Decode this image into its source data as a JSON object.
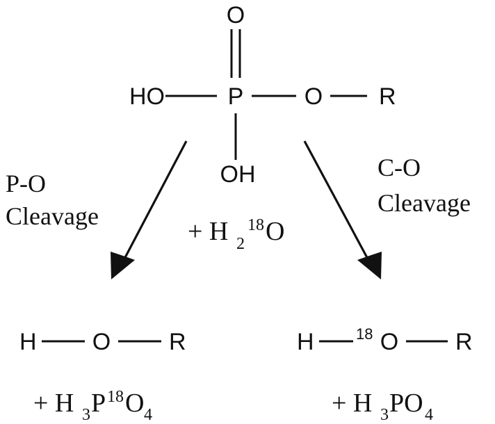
{
  "molecule": {
    "oxo_o": "O",
    "phosphorus": "P",
    "ho_left": "HO",
    "ester_o": "O",
    "r_group": "R",
    "oh_bottom": "OH"
  },
  "labels": {
    "left_line1": "P-O",
    "left_line2": "Cleavage",
    "right_line1": "C-O",
    "right_line2": "Cleavage"
  },
  "reagent": {
    "plus": "+ H",
    "sub": "2",
    "sup": "18",
    "tail": "O"
  },
  "left_product": {
    "h": "H",
    "o": "O",
    "r": "R",
    "byproduct_plus": "+ H",
    "sub1": "3",
    "p": "P",
    "sup": "18",
    "o2": "O",
    "sub2": "4"
  },
  "right_product": {
    "h": "H",
    "isotope": "18",
    "o": "O",
    "r": "R",
    "byproduct_plus": "+ H",
    "sub1": "3",
    "po": "PO",
    "sub2": "4"
  }
}
